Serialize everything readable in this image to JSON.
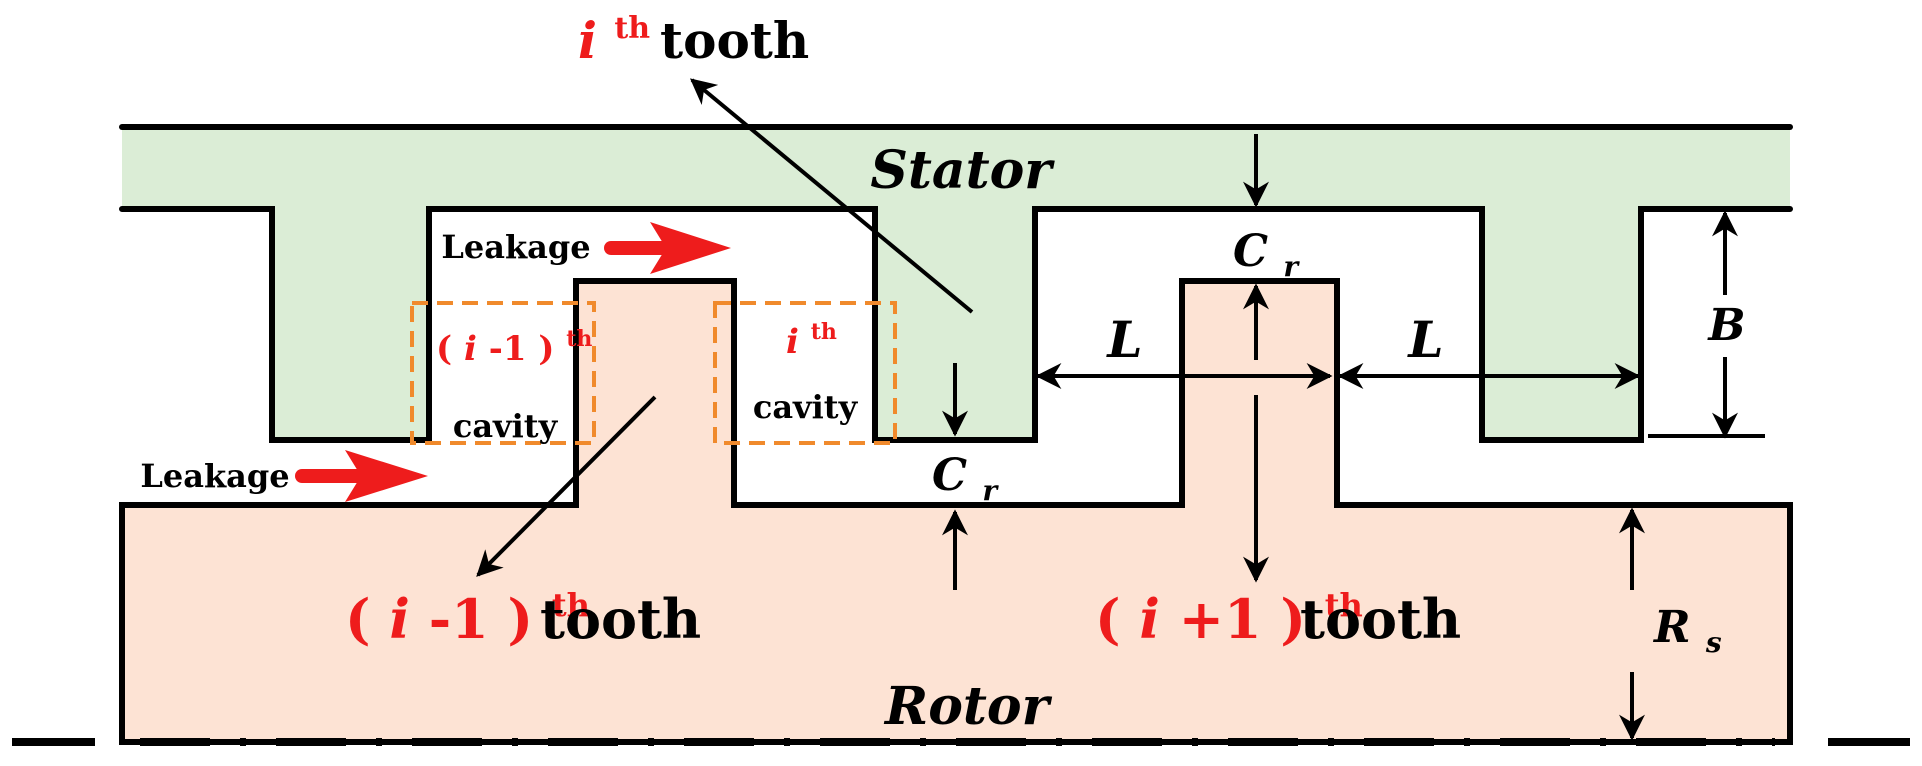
{
  "labels": {
    "stator": "Stator",
    "rotor": "Rotor",
    "leakage_top": "Leakage",
    "leakage_bottom": "Leakage",
    "ith_tooth_sym": "i",
    "ith_tooth_sup": "th",
    "ith_tooth_word": "tooth",
    "im1_tooth_open": "(",
    "im1_tooth_sym": "i",
    "im1_tooth_op": "-1",
    "im1_tooth_close": ")",
    "im1_tooth_sup": "th",
    "im1_tooth_word": "tooth",
    "ip1_tooth_open": "(",
    "ip1_tooth_sym": "i",
    "ip1_tooth_op": "+1",
    "ip1_tooth_close": ")",
    "ip1_tooth_sup": "th",
    "ip1_tooth_word": "tooth",
    "im1_cavity_open": "(",
    "im1_cavity_sym": "i",
    "im1_cavity_op": "-1",
    "im1_cavity_close": ")",
    "im1_cavity_sup": "th",
    "im1_cavity_word": "cavity",
    "ith_cavity_sym": "i",
    "ith_cavity_sup": "th",
    "ith_cavity_word": "cavity",
    "L_left": "L",
    "L_right": "L",
    "B": "B",
    "Cr_top_main": "C",
    "Cr_top_sub": "r",
    "Cr_bottom_main": "C",
    "Cr_bottom_sub": "r",
    "Rs_main": "R",
    "Rs_sub": "s"
  },
  "colors": {
    "stator_fill": "#dbedd6",
    "rotor_fill": "#fde3d4",
    "outline": "#000000",
    "highlight_red": "#ee1c1c",
    "cavity_dash": "#f08a2c"
  }
}
